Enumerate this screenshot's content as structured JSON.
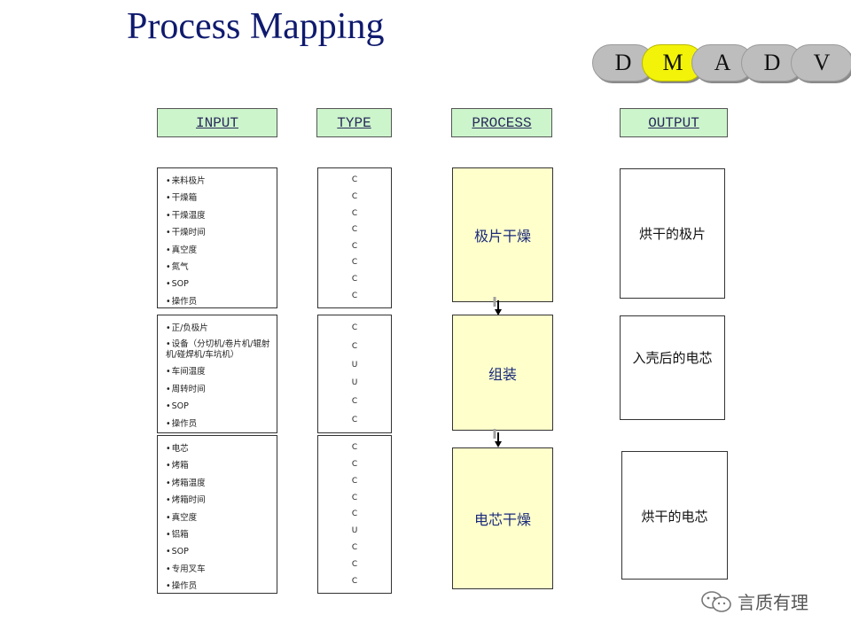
{
  "title": "Process Mapping",
  "phases": [
    "D",
    "M",
    "A",
    "D",
    "V"
  ],
  "active_phase": "M",
  "headers": {
    "input": "INPUT",
    "type": "TYPE",
    "process": "PROCESS",
    "output": "OUTPUT"
  },
  "groups": [
    {
      "inputs": [
        "来料极片",
        "干燥箱",
        "干燥温度",
        "干燥时间",
        "真空度",
        "氮气",
        "SOP",
        "操作员"
      ],
      "types": [
        "C",
        "C",
        "C",
        "C",
        "C",
        "C",
        "C",
        "C"
      ],
      "process": "极片干燥",
      "output": "烘干的极片"
    },
    {
      "inputs": [
        "正/负极片",
        "设备（分切机/卷片机/辊射机/碰焊机/车坑机）",
        "车间温度",
        "周转时间",
        "SOP",
        "操作员"
      ],
      "types": [
        "C",
        "C",
        "U",
        "U",
        "C",
        "C"
      ],
      "process": "组装",
      "output": "入壳后的电芯"
    },
    {
      "inputs": [
        "电芯",
        "烤箱",
        "烤箱温度",
        "烤箱时间",
        "真空度",
        "铝箱",
        "SOP",
        "专用叉车",
        "操作员"
      ],
      "types": [
        "C",
        "C",
        "C",
        "C",
        "C",
        "U",
        "C",
        "C",
        "C"
      ],
      "process": "电芯干燥",
      "output": "烘干的电芯"
    }
  ],
  "watermark": "言质有理",
  "colors": {
    "title": "#0f1a6e",
    "header_fill": "#ccf5cc",
    "process_fill": "#ffffcc",
    "active_phase": "#f3f30a",
    "phase": "#bdbdbd"
  }
}
